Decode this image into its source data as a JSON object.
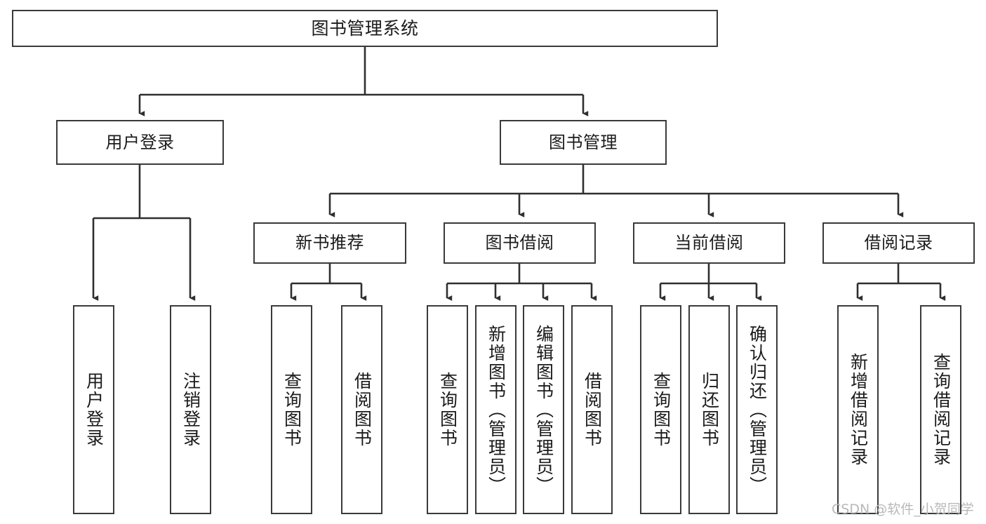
{
  "diagram": {
    "title": "图书管理系统",
    "background_color": "#ffffff",
    "border_color": "#3a3a3a",
    "text_color": "#1b1b1b",
    "watermark": "CSDN @软件_小贺同学",
    "root": {
      "label": "图书管理系统"
    },
    "level2": [
      {
        "label": "用户登录"
      },
      {
        "label": "图书管理"
      }
    ],
    "level3": [
      {
        "label": "新书推荐"
      },
      {
        "label": "图书借阅"
      },
      {
        "label": "当前借阅"
      },
      {
        "label": "借阅记录"
      }
    ],
    "leaves": {
      "user_login": [
        {
          "label": "用户登录"
        },
        {
          "label": "注销登录"
        }
      ],
      "new_book_recommend": [
        {
          "label": "查询图书"
        },
        {
          "label": "借阅图书"
        }
      ],
      "book_borrow": [
        {
          "label": "查询图书"
        },
        {
          "label": "新增图书（管理员）"
        },
        {
          "label": "编辑图书（管理员）"
        },
        {
          "label": "借阅图书"
        }
      ],
      "current_borrow": [
        {
          "label": "查询图书"
        },
        {
          "label": "归还图书"
        },
        {
          "label": "确认归还（管理员）"
        }
      ],
      "borrow_record": [
        {
          "label": "新增借阅记录"
        },
        {
          "label": "查询借阅记录"
        }
      ]
    }
  }
}
